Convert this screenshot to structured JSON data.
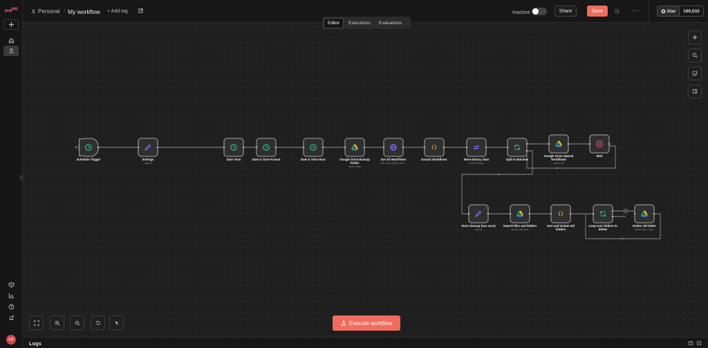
{
  "header": {
    "project": "Personal",
    "separator": "/",
    "workflow_name": "My workflow",
    "add_tag": "+ Add tag",
    "inactive_label": "Inactive",
    "share_label": "Share",
    "save_label": "Save",
    "more_label": "···"
  },
  "github": {
    "star_label": "Star",
    "star_count": "160,032"
  },
  "tabs": [
    {
      "label": "Editor",
      "active": true
    },
    {
      "label": "Executions",
      "active": false
    },
    {
      "label": "Evaluations",
      "active": false
    }
  ],
  "user": {
    "initials": "LG"
  },
  "execute_label": "Execute workflow",
  "logs_label": "Logs",
  "colors": {
    "accent": "#ef6c5e",
    "trigger_green": "#35c084",
    "drive_blue": "#4285f4",
    "braces_orange": "#f0a02b",
    "http_purple": "#8c6bff",
    "wait_pink": "#e3558f"
  },
  "nodes": [
    {
      "id": "schedule",
      "label": "Schedule Trigger",
      "sub": "",
      "icon": "clock-icon"
    },
    {
      "id": "settings",
      "label": "Settings",
      "sub": "manual",
      "icon": "pencil-icon"
    },
    {
      "id": "date1",
      "label": "Date Time",
      "sub": "",
      "icon": "clock-icon"
    },
    {
      "id": "date2",
      "label": "Date & Time Format",
      "sub": "",
      "icon": "clock-icon"
    },
    {
      "id": "date3",
      "label": "Date & Time Hour",
      "sub": "",
      "icon": "clock-icon"
    },
    {
      "id": "gdrive1",
      "label": "Google Drive Backup",
      "label2": "Folder",
      "sub": "create: folder",
      "icon": "google-drive-icon"
    },
    {
      "id": "getall",
      "label": "Get All Workflows",
      "sub": "GET: https://{{$('M_ENV'...",
      "icon": "globe-icon"
    },
    {
      "id": "extract",
      "label": "Extract Workflows",
      "sub": "",
      "icon": "braces-icon"
    },
    {
      "id": "movebinary",
      "label": "Move Binary Data",
      "sub": "JSON to Binary",
      "icon": "arrows-icon"
    },
    {
      "id": "split",
      "label": "Split In Batches",
      "sub": "",
      "icon": "loop-icon"
    },
    {
      "id": "gdrive2",
      "label": "Google Drive Upload",
      "label2": "Workflows",
      "sub": "upload: file",
      "icon": "google-drive-icon"
    },
    {
      "id": "wait",
      "label": "Wait",
      "sub": "",
      "icon": "pause-icon"
    },
    {
      "id": "cleanup",
      "label": "Start cleanup (run once)",
      "sub": "manual",
      "icon": "pencil-icon"
    },
    {
      "id": "search",
      "label": "Search files and folders",
      "sub": "search: fileFolder",
      "icon": "google-drive-icon"
    },
    {
      "id": "sort",
      "label": "Sort and isolate old",
      "label2": "folders",
      "sub": "",
      "icon": "braces-icon"
    },
    {
      "id": "loopdel",
      "label": "Loop over folders to",
      "label2": "delete",
      "sub": "",
      "icon": "loop-icon"
    },
    {
      "id": "delete",
      "label": "Delete old folder",
      "sub": "deleteFolder: folder",
      "icon": "google-drive-icon"
    }
  ]
}
